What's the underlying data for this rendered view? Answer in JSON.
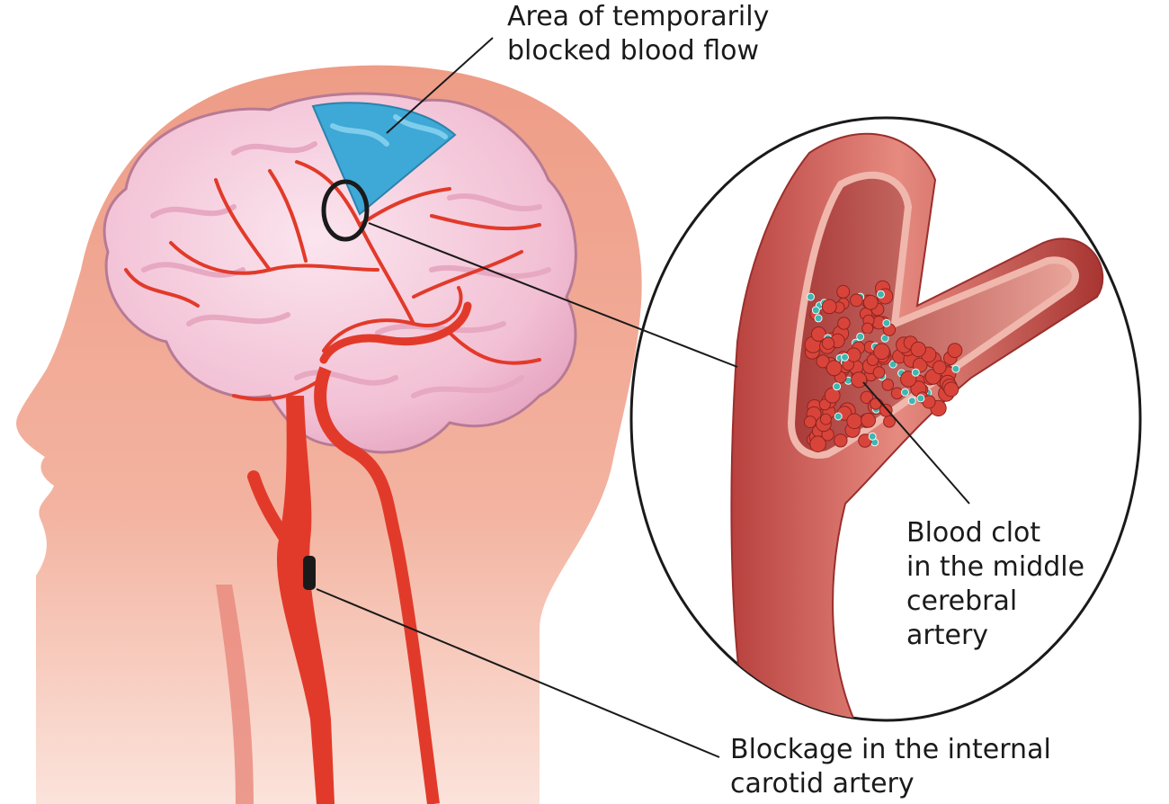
{
  "labels": {
    "blocked_area": [
      "Area of temporarily",
      "blocked blood flow"
    ],
    "blood_clot": [
      "Blood clot",
      "in the middle",
      "cerebral",
      "artery"
    ],
    "carotid_blockage": [
      "Blockage in the internal",
      "carotid artery"
    ]
  },
  "colors": {
    "skin": "#f1a48e",
    "brain": "#f3c6d8",
    "artery": "#e23a2a",
    "blocked_region": "#3ea8d6",
    "vessel_wall": "#d9655f",
    "clot_cell": "#d9443a",
    "platelet": "#3fb6b0"
  }
}
